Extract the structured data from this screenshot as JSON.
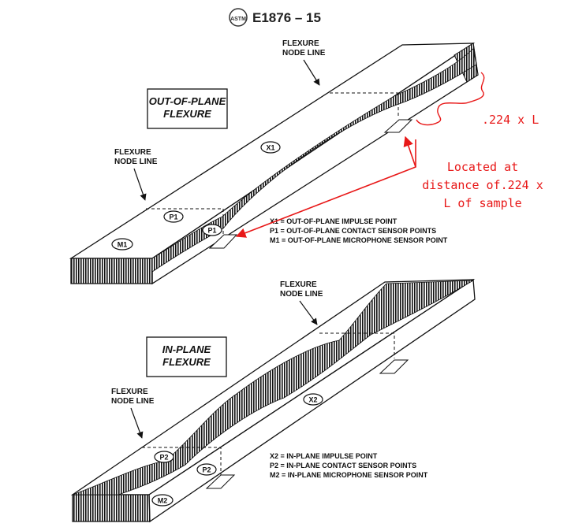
{
  "header": {
    "standard": "E1876 – 15",
    "logo_text": "ASTM"
  },
  "top": {
    "box_line1": "OUT-OF-PLANE",
    "box_line2": "FLEXURE",
    "node_line_right": [
      "FLEXURE",
      "NODE LINE"
    ],
    "node_line_left": [
      "FLEXURE",
      "NODE LINE"
    ],
    "markers": {
      "x1": "X1",
      "p1a": "P1",
      "p1b": "P1",
      "m1": "M1"
    },
    "legend": [
      "X1 = OUT-OF-PLANE IMPULSE POINT",
      "P1 = OUT-OF-PLANE CONTACT SENSOR POINTS",
      "M1 = OUT-OF-PLANE MICROPHONE SENSOR POINT"
    ]
  },
  "bottom": {
    "box_line1": "IN-PLANE",
    "box_line2": "FLEXURE",
    "node_line_right": [
      "FLEXURE",
      "NODE LINE"
    ],
    "node_line_left": [
      "FLEXURE",
      "NODE LINE"
    ],
    "markers": {
      "x2": "X2",
      "p2a": "P2",
      "p2b": "P2",
      "m2": "M2"
    },
    "legend": [
      "X2 = IN-PLANE IMPULSE POINT",
      "P2 = IN-PLANE CONTACT SENSOR POINTS",
      "M2 = IN-PLANE MICROPHONE SENSOR POINT"
    ]
  },
  "annotation": {
    "distance": ".224 x L",
    "note": [
      "Located at",
      "distance of.224 x",
      "L of sample"
    ],
    "color": "#e81818"
  }
}
